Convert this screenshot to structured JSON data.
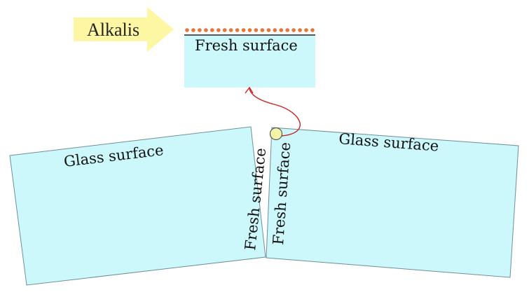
{
  "arrow": {
    "label": "Alkalis"
  },
  "inset": {
    "label": "Fresh surface"
  },
  "left_piece": {
    "surface_label": "Glass surface",
    "fracture_label": "Fresh surface"
  },
  "right_piece": {
    "surface_label": "Glass surface",
    "fracture_label": "Fresh surface"
  },
  "colors": {
    "glass_fill": "#ccf8fb",
    "glass_edge": "#6e8f9a",
    "alkali_dot": "#e5753a",
    "arrow_fill": "#fdf7a3",
    "magnify_circle": "#f4f4a8",
    "callout_curve": "#cc2222"
  }
}
